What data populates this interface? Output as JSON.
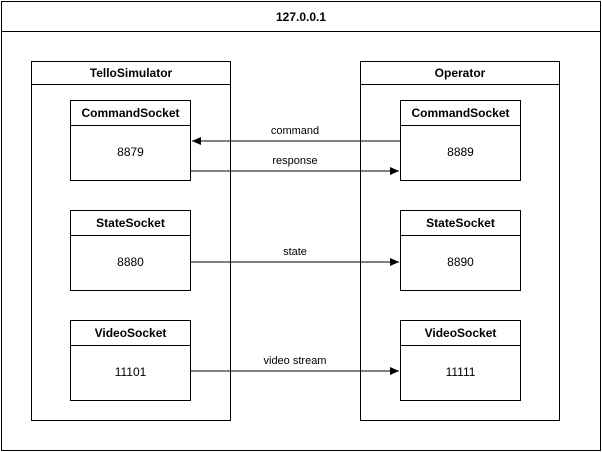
{
  "host": {
    "title": "127.0.0.1"
  },
  "simulator": {
    "title": "TelloSimulator",
    "sockets": [
      {
        "name": "CommandSocket",
        "port": "8879"
      },
      {
        "name": "StateSocket",
        "port": "8880"
      },
      {
        "name": "VideoSocket",
        "port": "11101"
      }
    ]
  },
  "operator": {
    "title": "Operator",
    "sockets": [
      {
        "name": "CommandSocket",
        "port": "8889"
      },
      {
        "name": "StateSocket",
        "port": "8890"
      },
      {
        "name": "VideoSocket",
        "port": "11111"
      }
    ]
  },
  "edges": {
    "command": "command",
    "response": "response",
    "state": "state",
    "video": "video stream"
  }
}
